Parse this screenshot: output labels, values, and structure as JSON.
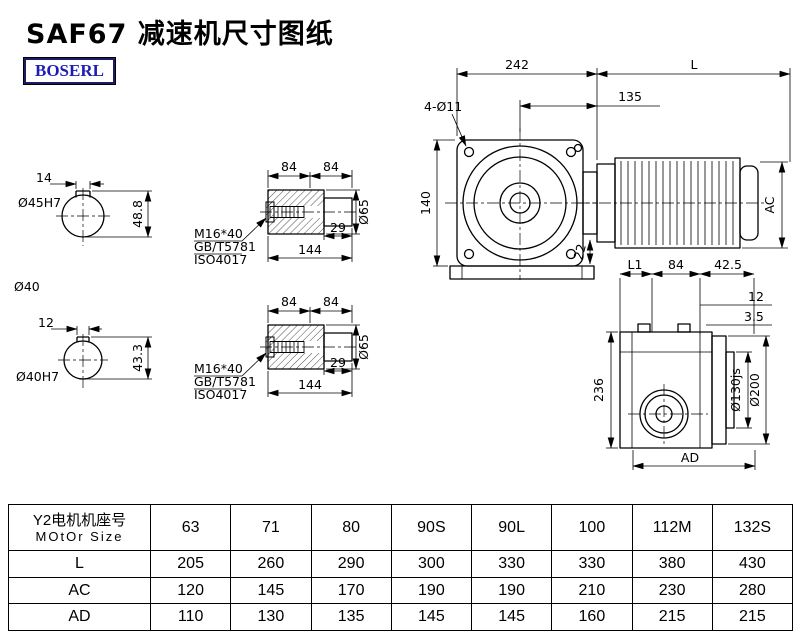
{
  "page": {
    "title": "SAF67 减速机尺寸图纸",
    "logo": "BOSERL"
  },
  "front_view": {
    "dim_242": "242",
    "dim_L": "L",
    "dim_135": "135",
    "bolt_holes": "4-Ø11",
    "dim_140": "140",
    "dim_AC": "AC",
    "dim_22": "22"
  },
  "hollow_shaft_top": {
    "dim_14": "14",
    "dim_48_8": "48.8",
    "bore": "Ø45H7",
    "shaft": "Ø40"
  },
  "hollow_shaft_bottom": {
    "dim_12": "12",
    "dim_43_3": "43.3",
    "bore": "Ø40H7"
  },
  "shaft_detail_top": {
    "dim_84a": "84",
    "dim_84b": "84",
    "dim_29": "29",
    "dim_144": "144",
    "dim_65": "Ø65",
    "bolt": "M16*40",
    "std_gb": "GB/T5781",
    "std_iso": "ISO4017"
  },
  "shaft_detail_bottom": {
    "dim_84a": "84",
    "dim_84b": "84",
    "dim_29": "29",
    "dim_144": "144",
    "dim_65": "Ø65",
    "bolt": "M16*40",
    "std_gb": "GB/T5781",
    "std_iso": "ISO4017"
  },
  "side_view": {
    "dim_L1": "L1",
    "dim_84": "84",
    "dim_42_5": "42.5",
    "dim_12": "12",
    "dim_3_5": "3.5",
    "dim_236": "236",
    "dim_130": "Ø130js",
    "dim_200": "Ø200",
    "dim_AD": "AD"
  },
  "table": {
    "header_cn": "Y2电机机座号",
    "header_en": "MOtOr Size",
    "sizes": [
      "63",
      "71",
      "80",
      "90S",
      "90L",
      "100",
      "112M",
      "132S"
    ],
    "rows": [
      {
        "label": "L",
        "values": [
          "205",
          "260",
          "290",
          "300",
          "330",
          "330",
          "380",
          "430"
        ]
      },
      {
        "label": "AC",
        "values": [
          "120",
          "145",
          "170",
          "190",
          "190",
          "210",
          "230",
          "280"
        ]
      },
      {
        "label": "AD",
        "values": [
          "110",
          "130",
          "135",
          "145",
          "145",
          "160",
          "215",
          "215"
        ]
      }
    ]
  }
}
